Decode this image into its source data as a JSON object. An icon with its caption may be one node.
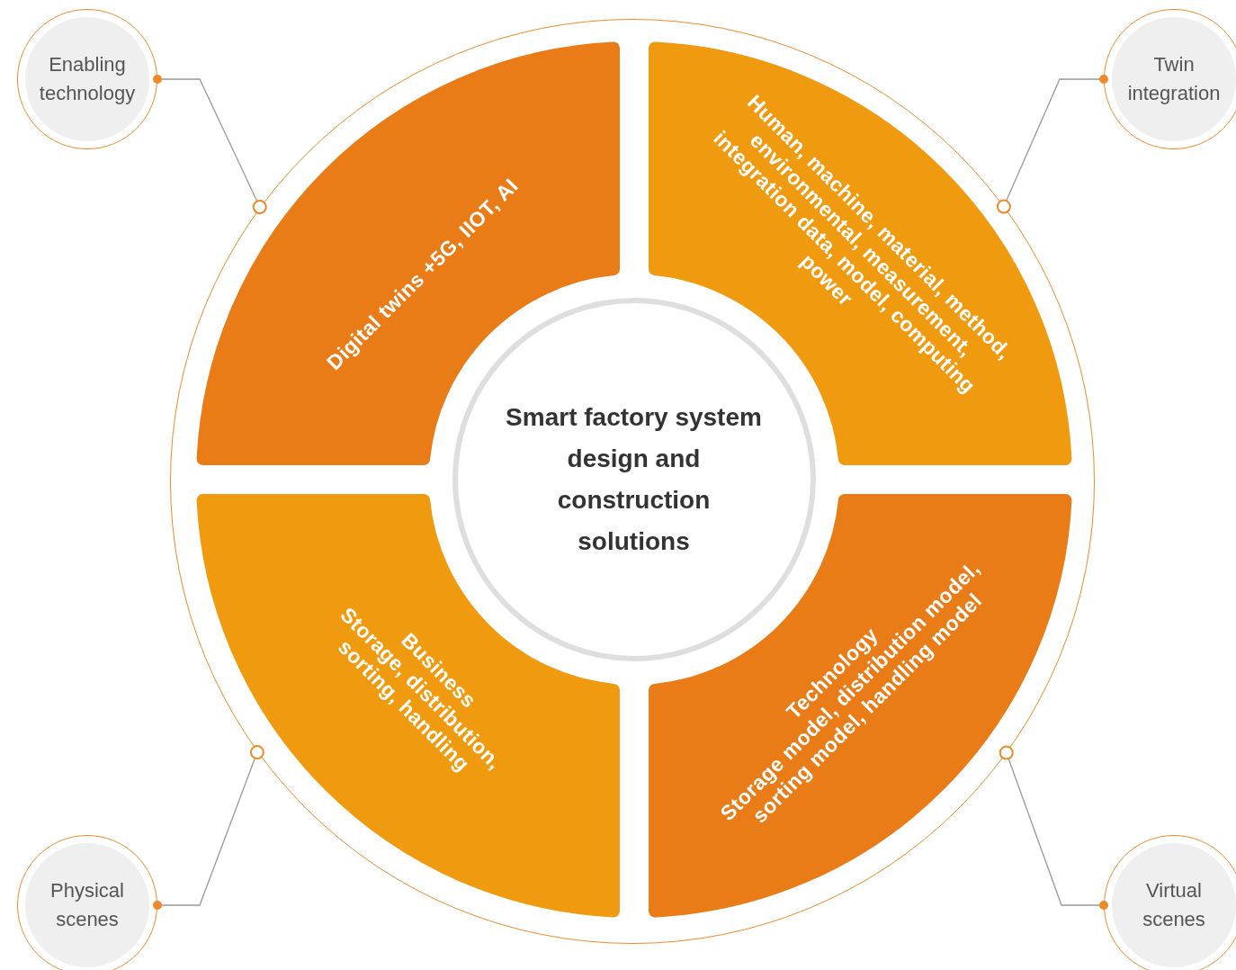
{
  "diagram": {
    "nodes": [
      {
        "text": [
          "Enabling technology"
        ]
      },
      {
        "text": [
          "Twin integration"
        ]
      },
      {
        "text": [],
        "shape": "circle"
      },
      {
        "text": [
          "Digital twins +5G, IIOT, AI"
        ],
        "in": 2
      },
      {
        "text": [
          "Human, machine, material, method, environmental, measurement, integration data, model, computing power"
        ],
        "in": 2
      },
      {
        "text": [
          "Smart factory system design and construction solutions"
        ],
        "in": 2
      },
      {
        "text": [
          "Business",
          "Storage, distribution, sorting, handling"
        ],
        "in": 2
      },
      {
        "text": [
          "Technology",
          "Storage model, distribution model, sorting model, handling model"
        ],
        "in": 2
      },
      {
        "text": [
          "Physical scenes"
        ]
      },
      {
        "text": [
          "Virtual scenes"
        ]
      }
    ],
    "edges": [
      {
        "from": 0,
        "to": 2,
        "arrow": "other"
      },
      {
        "from": 1,
        "to": 2,
        "arrow": "other"
      },
      {
        "from": 8,
        "to": 2,
        "arrow": "other"
      },
      {
        "from": 9,
        "to": 2,
        "arrow": "other"
      }
    ]
  }
}
